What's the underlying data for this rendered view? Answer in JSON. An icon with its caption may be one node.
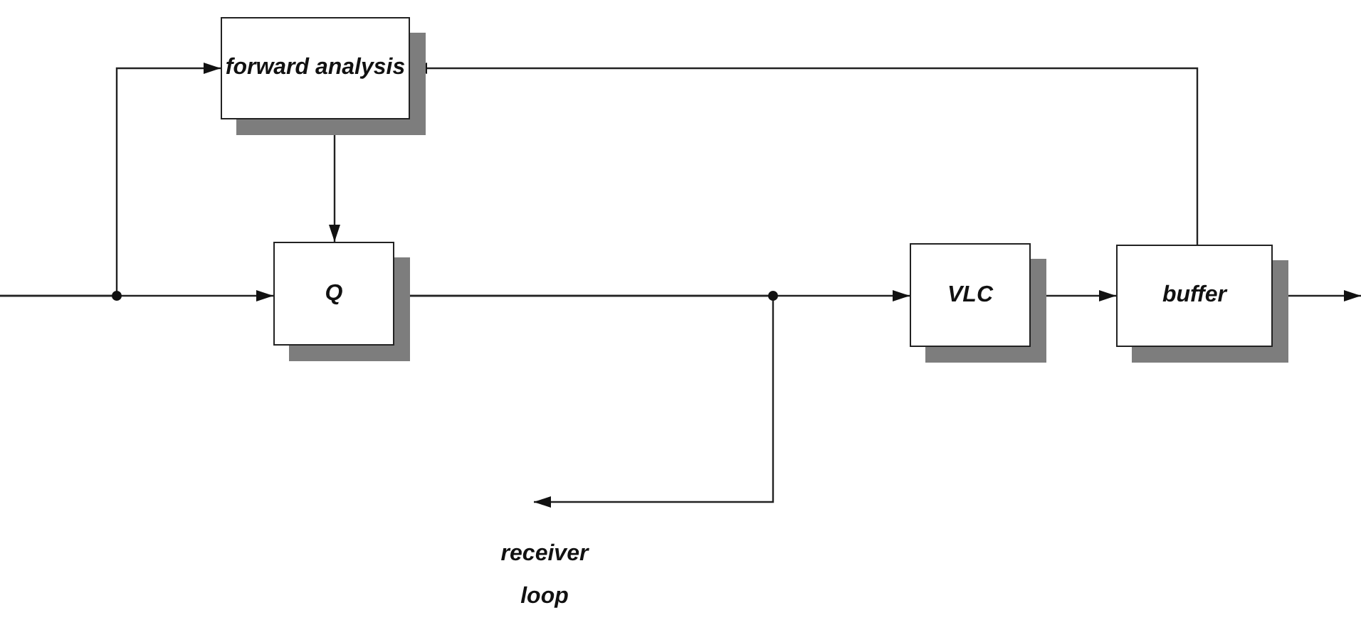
{
  "diagram": {
    "nodes": [
      {
        "text": [
          "forward analysis"
        ]
      },
      {
        "text": [
          "Q"
        ]
      },
      {
        "text": [
          "VLC"
        ]
      },
      {
        "text": [
          "buffer"
        ]
      },
      {
        "text": [
          "receiver loop"
        ]
      }
    ],
    "edges": [
      {
        "from": null,
        "to": 0,
        "arrow": "to"
      },
      {
        "from": null,
        "to": 1,
        "arrow": "to"
      },
      {
        "from": 0,
        "to": 1,
        "arrow": "to"
      },
      {
        "from": 1,
        "to": 2,
        "arrow": "to"
      },
      {
        "from": 1,
        "to": 4,
        "arrow": "to"
      },
      {
        "from": 2,
        "to": 3,
        "arrow": "to"
      },
      {
        "from": 3,
        "to": null,
        "arrow": "to"
      },
      {
        "from": 3,
        "to": 0,
        "arrow": "to"
      }
    ]
  }
}
